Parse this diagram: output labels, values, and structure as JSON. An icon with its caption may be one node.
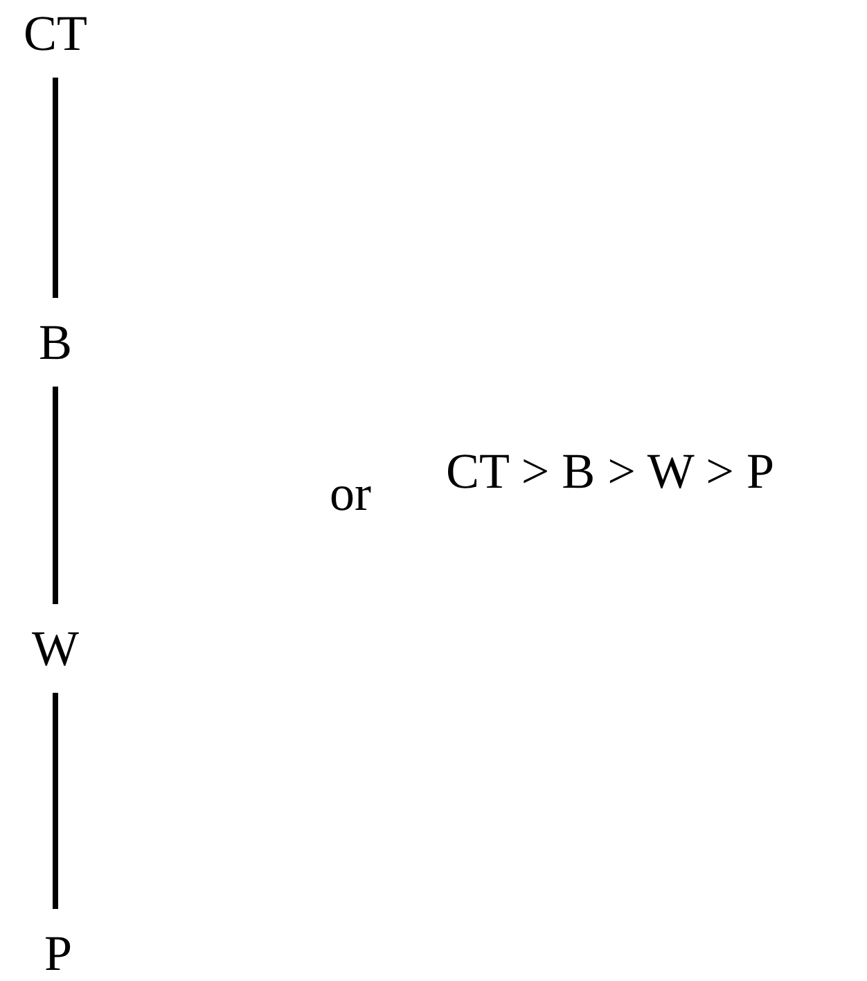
{
  "diagram": {
    "nodes": [
      {
        "text": [
          "CT"
        ]
      },
      {
        "text": [
          "B"
        ]
      },
      {
        "text": [
          "W"
        ]
      },
      {
        "text": [
          "P"
        ]
      }
    ],
    "edges": [
      {
        "from": 0,
        "to": 1,
        "arrow": "none"
      },
      {
        "from": 1,
        "to": 2,
        "arrow": "none"
      },
      {
        "from": 2,
        "to": 3,
        "arrow": "none"
      }
    ],
    "labels": [
      "or",
      "CT > B > W > P"
    ]
  }
}
